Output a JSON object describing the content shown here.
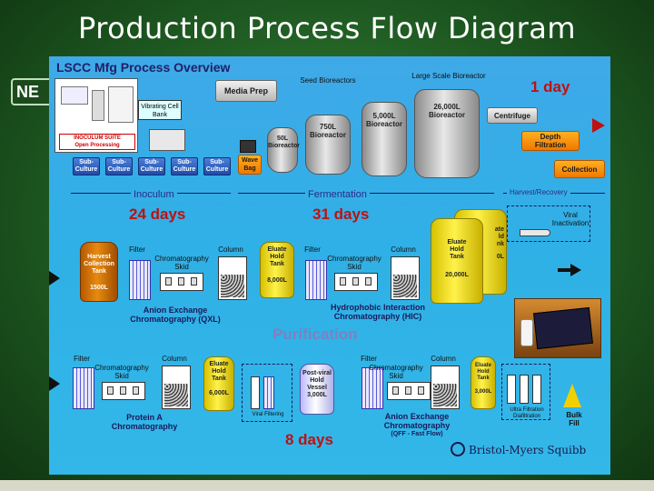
{
  "slide": {
    "title": "Production Process Flow Diagram",
    "logo_text": "NE"
  },
  "panel": {
    "title": "LSCC Mfg Process Overview"
  },
  "upstream": {
    "inoculum_suite": [
      "INOCULUM SUITE",
      "Open Processing"
    ],
    "vibrating_cell_bank": [
      "Vibrating Cell",
      "Bank"
    ],
    "media_prep": "Media Prep",
    "seed_bioreactors": "Seed Bioreactors",
    "large_scale_bioreactor": "Large Scale Bioreactor",
    "sub_culture": [
      "Sub-",
      "Culture"
    ],
    "wave_bag": [
      "Wave",
      "Bag"
    ],
    "bio_50": [
      "50L",
      "Bioreactor"
    ],
    "bio_750": [
      "750L",
      "Bioreactor"
    ],
    "bio_5000": [
      "5,000L",
      "Bioreactor"
    ],
    "bio_26000": [
      "26,000L",
      "Bioreactor"
    ],
    "centrifuge": "Centrifuge",
    "depth_filtration": [
      "Depth",
      "Filtration"
    ],
    "collection": "Collection",
    "phase_inoculum": "Inoculum",
    "phase_fermentation": "Fermentation",
    "phase_harvest": "Harvest/Recovery",
    "days_1": "1 day",
    "days_24": "24 days",
    "days_31": "31 days"
  },
  "purification_row1": {
    "harvest_tank": [
      "Harvest",
      "Collection",
      "Tank",
      "1500L"
    ],
    "filter": "Filter",
    "chromatography_skid": [
      "Chromatography",
      "Skid"
    ],
    "column": "Column",
    "eluate_tank_8000": [
      "Eluate",
      "Hold",
      "Tank",
      "8,000L"
    ],
    "aex_label": [
      "Anion Exchange",
      "Chromatography (QXL)"
    ],
    "filter_2": "Filter",
    "chromatography_skid_2": [
      "Chromatography",
      "Skid"
    ],
    "column_2": "Column",
    "hic_label": [
      "Hydrophobic Interaction",
      "Chromatography (HIC)"
    ],
    "eluate_tank_20000": [
      "Eluate",
      "Hold",
      "Tank",
      "20,000L"
    ],
    "tank_back_partial": [
      "ate",
      "ld",
      "nk",
      "0L"
    ],
    "viral_inactivation": [
      "Viral",
      "Inactivation"
    ],
    "purification_title": "Purification"
  },
  "purification_row2": {
    "filter": "Filter",
    "chromatography_skid": [
      "Chromatography",
      "Skid"
    ],
    "column": "Column",
    "eluate_tank_6000": [
      "Eluate",
      "Hold",
      "Tank",
      "6,000L"
    ],
    "protein_a_label": [
      "Protein A",
      "Chromatography"
    ],
    "viral_filtering": "Viral Filtering",
    "post_viral_vessel": [
      "Post-viral",
      "Hold",
      "Vessel",
      "3,000L"
    ],
    "filter_2": "Filter",
    "chromatography_skid_2": [
      "Chromatography",
      "Skid"
    ],
    "column_2": "Column",
    "aex_label": [
      "Anion  Exchange",
      "Chromatography",
      "(QFF - Fast Flow)"
    ],
    "eluate_tank_3000": [
      "Eluate",
      "Hold",
      "Tank",
      "3,000L"
    ],
    "ufdf": [
      "Ultra Filtration",
      "Diafiltration"
    ],
    "bulk_fill": [
      "Bulk",
      "Fill"
    ],
    "days_8": "8 days"
  },
  "branding": {
    "company": "Bristol-Myers Squibb"
  },
  "colors": {
    "panel_blue": "#33b7e8",
    "accent_red": "#c01010",
    "process_orange": "#f58a00",
    "tank_yellow": "#f2e100",
    "slide_green": "#2a6e2a"
  }
}
